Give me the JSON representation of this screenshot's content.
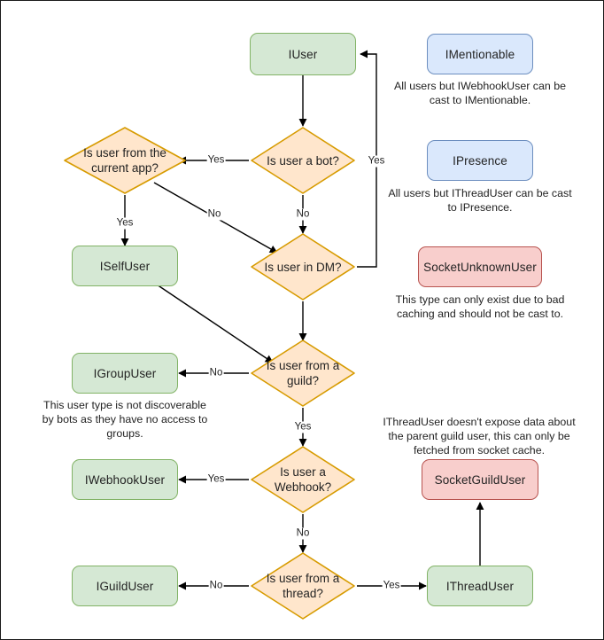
{
  "diagram": {
    "title": "Discord.Net user type casting flowchart",
    "colors": {
      "green_fill": "#d5e8d4",
      "green_stroke": "#82b366",
      "blue_fill": "#dae8fc",
      "blue_stroke": "#6c8ebf",
      "red_fill": "#f8cecc",
      "red_stroke": "#b85450",
      "diamond_fill": "#ffe6cc",
      "diamond_stroke": "#d79b00",
      "edge": "#000000",
      "text": "#232323",
      "canvas_border": "#1a1a1a"
    },
    "nodes": [
      {
        "id": "iuser",
        "label": "IUser",
        "shape": "rect",
        "color": "green"
      },
      {
        "id": "is-bot",
        "label": "Is user a bot?",
        "shape": "diamond"
      },
      {
        "id": "is-current-app",
        "label": "Is user from the current app?",
        "shape": "diamond"
      },
      {
        "id": "iselfuser",
        "label": "ISelfUser",
        "shape": "rect",
        "color": "green"
      },
      {
        "id": "is-dm",
        "label": "Is user in DM?",
        "shape": "diamond"
      },
      {
        "id": "igroupuser",
        "label": "IGroupUser",
        "shape": "rect",
        "color": "green"
      },
      {
        "id": "is-guild",
        "label": "Is user from a guild?",
        "shape": "diamond"
      },
      {
        "id": "iwebhookuser",
        "label": "IWebhookUser",
        "shape": "rect",
        "color": "green"
      },
      {
        "id": "is-webhook",
        "label": "Is user a Webhook?",
        "shape": "diamond"
      },
      {
        "id": "iguilduser",
        "label": "IGuildUser",
        "shape": "rect",
        "color": "green"
      },
      {
        "id": "is-thread",
        "label": "Is user from a thread?",
        "shape": "diamond"
      },
      {
        "id": "ithreaduser",
        "label": "IThreadUser",
        "shape": "rect",
        "color": "green"
      },
      {
        "id": "imentionable",
        "label": "IMentionable",
        "shape": "rect",
        "color": "blue"
      },
      {
        "id": "ipresence",
        "label": "IPresence",
        "shape": "rect",
        "color": "blue"
      },
      {
        "id": "socketunknownuser",
        "label": "SocketUnknownUser",
        "shape": "rect",
        "color": "red"
      },
      {
        "id": "socketguilduser",
        "label": "SocketGuildUser",
        "shape": "rect",
        "color": "red"
      }
    ],
    "notes": [
      {
        "id": "note-imentionable",
        "text": "All users but IWebhookUser can be cast to IMentionable."
      },
      {
        "id": "note-ipresence",
        "text": "All users but IThreadUser can be cast to IPresence."
      },
      {
        "id": "note-socketunknownuser",
        "text": "This type can only exist due to bad caching and should not be cast to."
      },
      {
        "id": "note-igroupuser",
        "text": "This user type is not discoverable by bots as they have no access to groups."
      },
      {
        "id": "note-socketguilduser",
        "text": "IThreadUser doesn't expose data about the parent guild user, this can only be fetched from socket cache."
      }
    ],
    "edge_labels": [
      {
        "id": "edge-bot-to-current-app",
        "label": "Yes",
        "from": "is-bot",
        "to": "is-current-app"
      },
      {
        "id": "edge-dm-to-iuser",
        "label": "Yes",
        "from": "is-dm",
        "to": "iuser"
      },
      {
        "id": "edge-bot-to-dm",
        "label": "No",
        "from": "is-bot",
        "to": "is-dm"
      },
      {
        "id": "edge-current-app-to-iselfuser",
        "label": "Yes",
        "from": "is-current-app",
        "to": "iselfuser"
      },
      {
        "id": "edge-current-app-to-dm",
        "label": "No",
        "from": "is-current-app",
        "to": "is-dm"
      },
      {
        "id": "edge-guild-to-igroupuser",
        "label": "No",
        "from": "is-guild",
        "to": "igroupuser"
      },
      {
        "id": "edge-guild-to-webhook",
        "label": "Yes",
        "from": "is-guild",
        "to": "is-webhook"
      },
      {
        "id": "edge-webhook-to-iwebhookuser",
        "label": "Yes",
        "from": "is-webhook",
        "to": "iwebhookuser"
      },
      {
        "id": "edge-webhook-to-thread",
        "label": "No",
        "from": "is-webhook",
        "to": "is-thread"
      },
      {
        "id": "edge-thread-to-iguilduser",
        "label": "No",
        "from": "is-thread",
        "to": "iguilduser"
      },
      {
        "id": "edge-thread-to-ithreaduser",
        "label": "Yes",
        "from": "is-thread",
        "to": "ithreaduser"
      }
    ]
  }
}
